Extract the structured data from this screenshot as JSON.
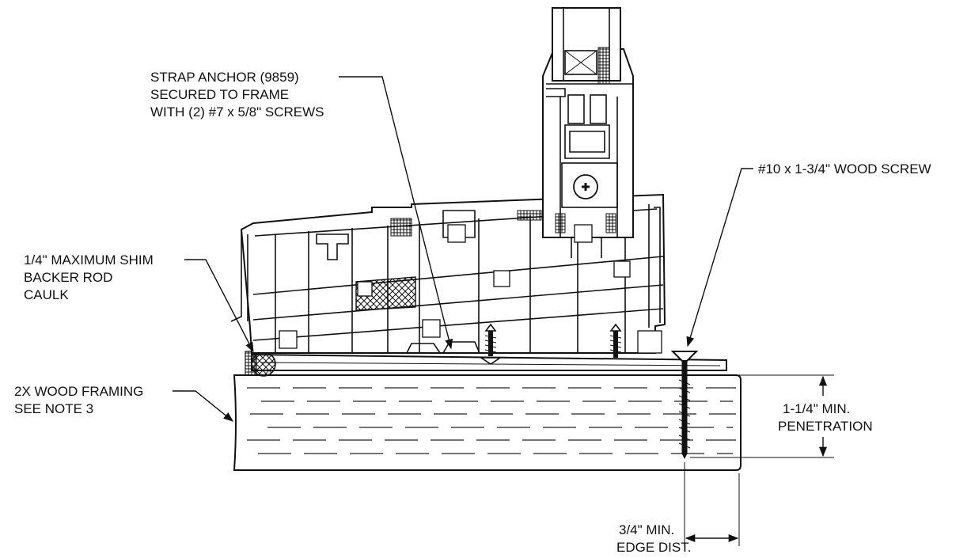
{
  "labels": {
    "strap_anchor": [
      "STRAP ANCHOR (9859)",
      "SECURED TO FRAME",
      "WITH (2) #7 x 5/8\" SCREWS"
    ],
    "wood_screw": "#10 x 1-3/4\" WOOD SCREW",
    "shim": [
      "1/4\" MAXIMUM SHIM",
      "BACKER ROD",
      "CAULK"
    ],
    "wood_framing": [
      "2X WOOD FRAMING",
      "SEE NOTE 3"
    ],
    "penetration": [
      "1-1/4\" MIN.",
      "PENETRATION"
    ],
    "edge_distance": [
      "3/4\" MIN.",
      "EDGE DIST."
    ]
  },
  "colors": {
    "line": "#111111",
    "background": "#ffffff"
  }
}
